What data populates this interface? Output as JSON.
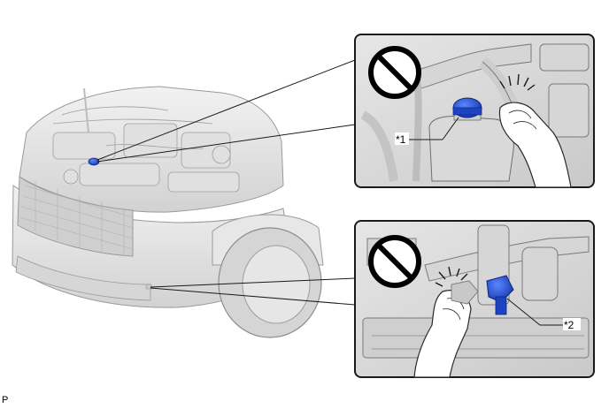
{
  "callouts": {
    "c1": "*1",
    "c2": "*2"
  },
  "figure_id": "P",
  "icons": {
    "prohibition": "prohibition-icon",
    "hot_warning": "hot-warning-icon"
  },
  "colors": {
    "cap_blue": "#1f4fd6",
    "line_gray": "#3a3a3a",
    "part_gray": "#d9d9d9"
  }
}
